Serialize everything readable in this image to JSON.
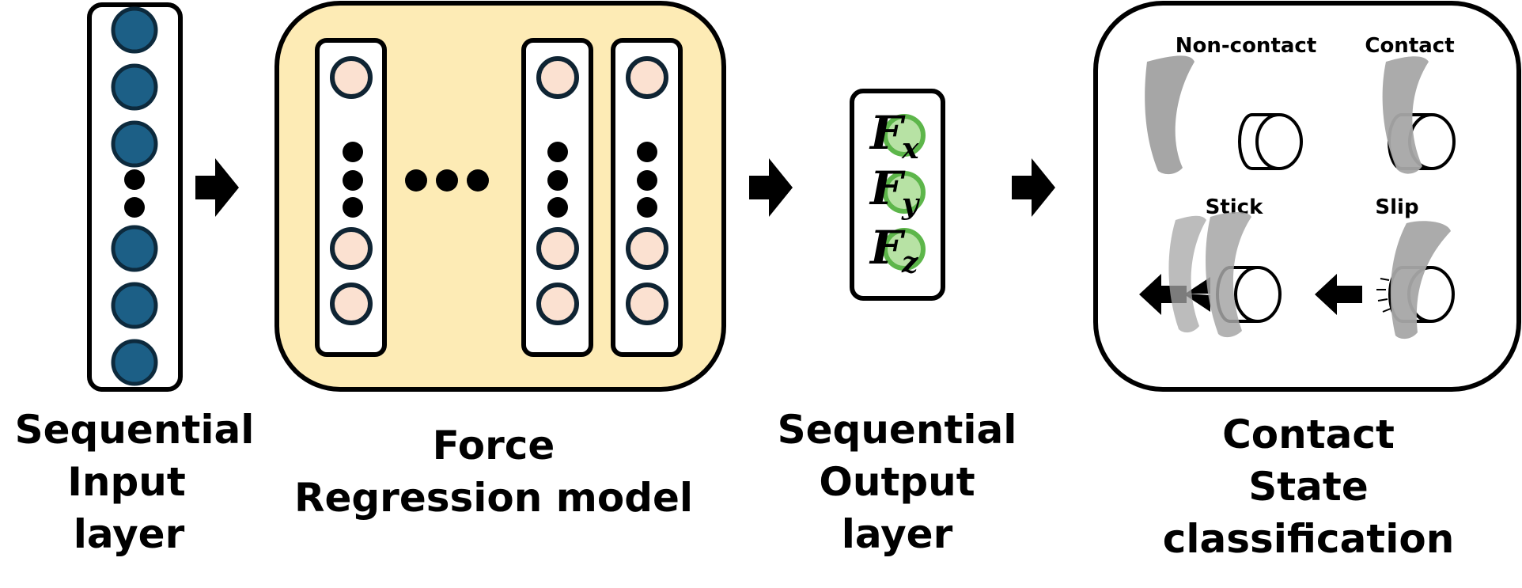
{
  "stages": {
    "input": {
      "label_lines": [
        "Sequential",
        "Input",
        "layer"
      ],
      "neuron_count_top": 3,
      "neuron_count_bottom": 3
    },
    "model": {
      "label_lines": [
        "Force",
        "Regression model"
      ]
    },
    "output": {
      "label_lines": [
        "Sequential",
        "Output",
        "layer"
      ],
      "outputs": [
        {
          "symbol": "F",
          "subscript": "x"
        },
        {
          "symbol": "F",
          "subscript": "y"
        },
        {
          "symbol": "F",
          "subscript": "z"
        }
      ]
    },
    "classification": {
      "label_lines": [
        "Contact",
        "State",
        "classification"
      ],
      "states": [
        "Non-contact",
        "Contact",
        "Stick",
        "Slip"
      ]
    }
  },
  "colors": {
    "input_neuron": "#1c5f86",
    "hidden_neuron": "#fbe1d1",
    "output_neuron": "#b7e2a4",
    "output_neuron_ring": "#5db64a",
    "model_box": "#fdebb5",
    "finger": "#a6a6a6"
  }
}
